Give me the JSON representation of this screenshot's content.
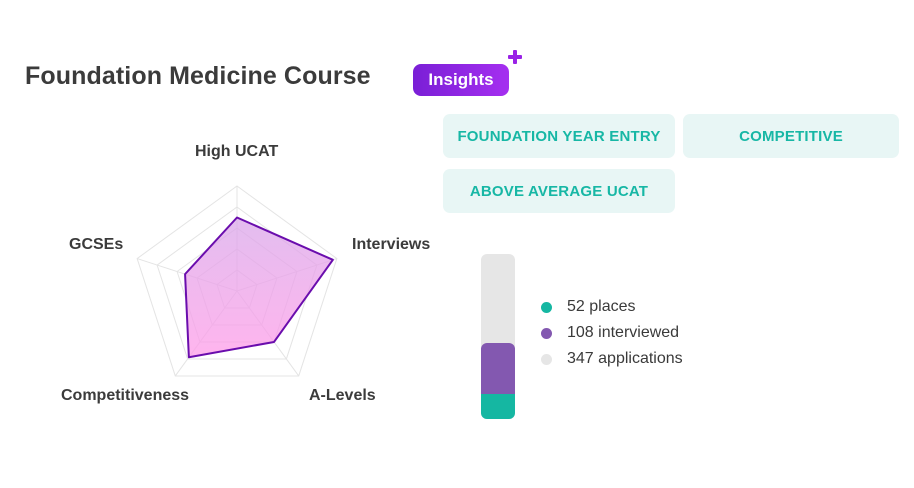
{
  "header": {
    "title": "Foundation Medicine Course",
    "badge": "Insights"
  },
  "tags": [
    "FOUNDATION YEAR ENTRY",
    "COMPETITIVE",
    "ABOVE AVERAGE UCAT"
  ],
  "colors": {
    "accent_purple": "#8b2be2",
    "teal": "#17b7a5",
    "radar_stroke": "#6a0dad",
    "radar_fill": "#f0a8f0",
    "interviewed": "#8358b0",
    "applications": "#e6e6e6"
  },
  "chart_data": [
    {
      "type": "radar",
      "axes": [
        "High UCAT",
        "Interviews",
        "A-Levels",
        "Competitiveness",
        "GCSEs"
      ],
      "max": 5,
      "levels": 5,
      "values": [
        3.5,
        4.8,
        3.0,
        3.9,
        2.6
      ],
      "grid": true
    },
    {
      "type": "bar",
      "orientation": "vertical-stacked",
      "series": [
        {
          "label": "52 places",
          "value": 52,
          "color": "#15b7a2"
        },
        {
          "label": "108 interviewed",
          "value": 108,
          "color": "#8358b0"
        },
        {
          "label": "347 applications",
          "value": 347,
          "color": "#e6e6e6"
        }
      ]
    }
  ]
}
